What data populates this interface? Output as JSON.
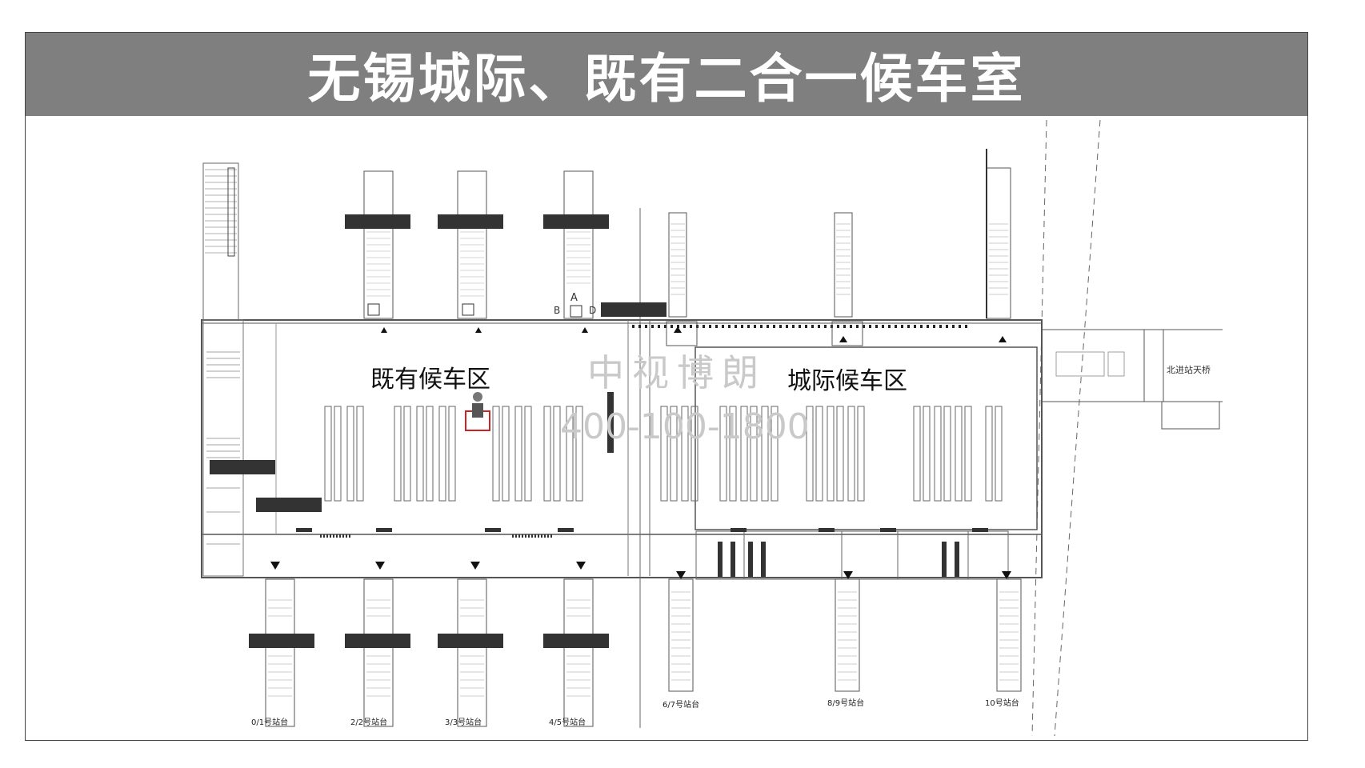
{
  "title": "无锡城际、既有二合一候车室",
  "zones": {
    "existing": "既有候车区",
    "intercity": "城际候车区"
  },
  "platforms": [
    "0/1号站台",
    "2/2号站台",
    "3/3号站台",
    "4/5号站台",
    "6/7号站台",
    "8/9号站台",
    "10号站台"
  ],
  "door_labels": [
    "A",
    "B",
    "D"
  ],
  "bridge_label": "北进站天桥",
  "watermark": {
    "name": "中视博朗",
    "phone": "400-100-1800"
  },
  "colors": {
    "title_bg": "#7f7f7f",
    "ad_block": "#333333",
    "highlight": "#cc2222"
  }
}
